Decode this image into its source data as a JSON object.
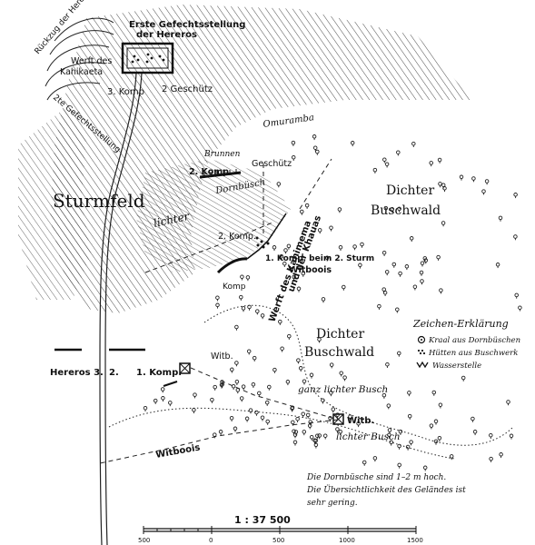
{
  "map": {
    "labels": {
      "erste_gefechtsstellung_line1": "Erste Gefechtsstellung",
      "erste_gefechtsstellung_line2": "der Hereros",
      "rueckzug_der_hereros": "Rückzug der Hereros",
      "werft_des": "Werft des",
      "kahikaeta": "Kahikaeta",
      "komp3_top": "3. Komp",
      "geschuetz_2_top": "2 Geschütz",
      "zweite_gefechtsstellung": "2te Gefechtsstellung",
      "omuramba": "Omuramba",
      "brunnen": "Brunnen",
      "komp2_upper": "2. Komp",
      "geschuetz_mid": "Geschütz",
      "dornbuesch": "Dornbüsch",
      "sturmfeld": "Sturmfeld",
      "lichter": "lichter",
      "komp2_mid": "2. Komp.",
      "komp_beim_2_sturm": "1. Komp. beim 2. Sturm",
      "witboois_mid": "Witboois",
      "komp_small": "Komp",
      "werft_des_kahimema": "Werft des Kahimema",
      "und_der_khauas": "und der Khauas",
      "dichter_buschwald_top_1": "Dichter",
      "dichter_buschwald_top_2": "Buschwald",
      "dichter_buschwald_mid_1": "Dichter",
      "dichter_buschwald_mid_2": "Buschwald",
      "hereros_3": "Hereros 3.",
      "geschuetz_2_bottom": "2.",
      "komp1_bottom": "1. Komp.",
      "witb_upper": "Witb.",
      "ganz_lichter_busch": "ganz lichter Busch",
      "witb_lower": "Witb.",
      "lichter_busch": "lichter Busch",
      "witboois_bottom": "Witboois"
    },
    "legend": {
      "title": "Zeichen-Erklärung",
      "items": [
        {
          "symbol": "kraal-icon",
          "label": "Kraal aus Dornbüschen"
        },
        {
          "symbol": "huts-icon",
          "label": "Hütten aus Buschwerk"
        },
        {
          "symbol": "water-icon",
          "label": "Wasserstelle"
        }
      ]
    },
    "note": {
      "line1": "Die Dornbüsche sind 1–2 m hoch.",
      "line2": "Die Übersichtlichkeit des Geländes ist",
      "line3": "sehr gering."
    },
    "scale": {
      "ratio": "1 : 37 500",
      "ticks": [
        "500",
        "0",
        "500",
        "1000",
        "1500"
      ]
    }
  }
}
